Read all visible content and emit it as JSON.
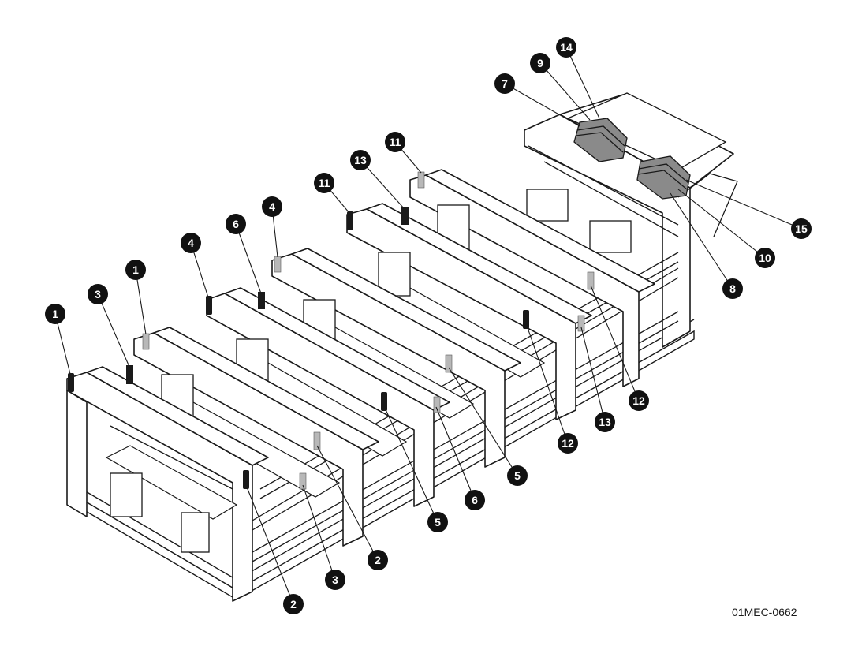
{
  "figure_id": "01MEC-0662",
  "callouts": [
    "1",
    "3",
    "1",
    "4",
    "6",
    "4",
    "11",
    "13",
    "11",
    "7",
    "9",
    "14",
    "15",
    "10",
    "8",
    "12",
    "13",
    "12",
    "5",
    "6",
    "5",
    "2",
    "3",
    "2"
  ]
}
